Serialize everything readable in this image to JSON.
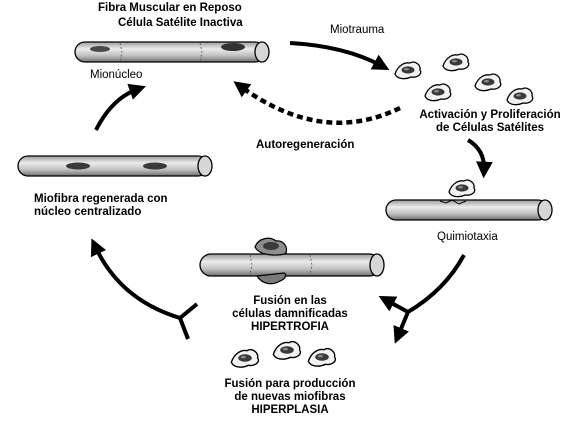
{
  "labels": {
    "resting_line1": "Fibra Muscular en Reposo",
    "resting_line2": "Célula Satélite Inactiva",
    "myonucleus": "Mionúcleo",
    "microtrauma": "Miotrauma",
    "activation_line1": "Activación y Proliferación",
    "activation_line2": "de Células Satélites",
    "self_renewal": "Autoregeneración",
    "regenerated_line1": "Miofibra regenerada con",
    "regenerated_line2": "núcleo centralizado",
    "chemotaxis": "Quimiotaxia",
    "fusion_damaged_line1": "Fusión  en las",
    "fusion_damaged_line2": "células damnificadas",
    "fusion_damaged_line3": "HIPERTROFIA",
    "fusion_new_line1": "Fusión para producción",
    "fusion_new_line2": "de nuevas miofibras",
    "fusion_new_line3": "HIPERPLASIA"
  },
  "colors": {
    "ink": "#000000",
    "fiber_fill": "#c9c9c9",
    "fiber_highlight": "#ececec",
    "cell_fill": "#f2f2f2",
    "nucleus": "#3a3a3a"
  }
}
